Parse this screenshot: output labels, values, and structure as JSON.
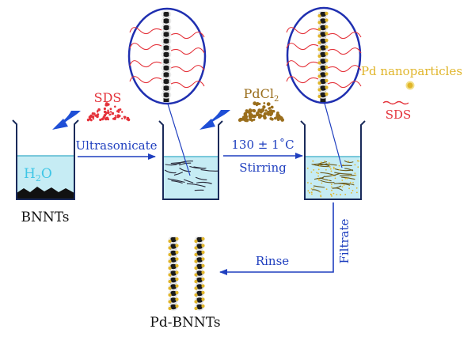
{
  "labels": {
    "sds_top": "SDS",
    "h2o_main": "H",
    "h2o_sub": "2",
    "h2o_tail": "O",
    "bnnts": "BNNTs",
    "ultrasonicate": "Ultrasonicate",
    "pdcl_main": "PdCl",
    "pdcl_sub": "2",
    "temperature": "130 ± 1˚C",
    "stirring": "Stirring",
    "pd_nanoparticles": "Pd nanoparticles",
    "sds_legend": "SDS",
    "filtrate": "Filtrate",
    "rinse": "Rinse",
    "pd_bnnts": "Pd-BNNTs"
  },
  "colors": {
    "arrow_blue": "#1f3fbf",
    "beaker_outline": "#1a2a5a",
    "water": "#c6ecf4",
    "water_edge": "#55b8d0",
    "sds_red": "#e4323a",
    "pdcl_brown": "#9a6e1c",
    "pd_gold": "#e0b52a",
    "h2o_text": "#3ec6e6",
    "nanotube_dark": "#1b1b1b",
    "fiber_olive": "#6b5a1a"
  }
}
